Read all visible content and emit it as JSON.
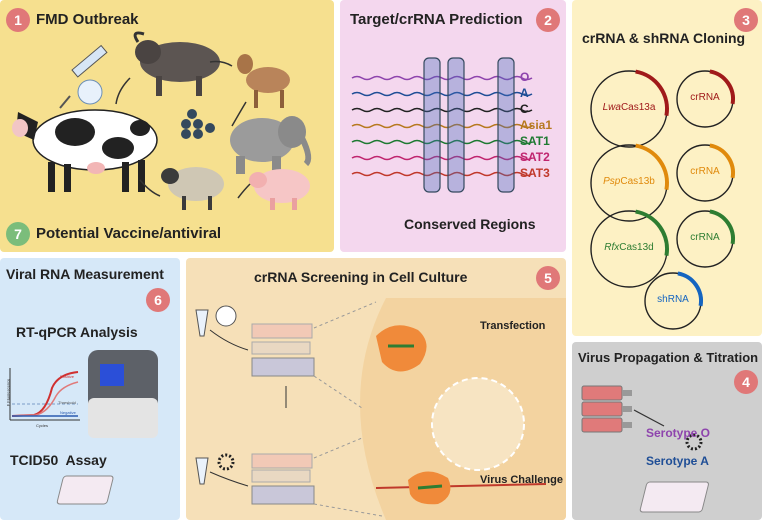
{
  "panels": {
    "p1": {
      "title": "FMD Outbreak",
      "badge": "1"
    },
    "p7": {
      "title": "Potential Vaccine/antiviral",
      "badge": "7"
    },
    "p2": {
      "title": "Target/crRNA Prediction",
      "badge": "2",
      "serotypes": [
        {
          "name": "O",
          "color": "#8e44ad"
        },
        {
          "name": "A",
          "color": "#1f4e96"
        },
        {
          "name": "C",
          "color": "#222222"
        },
        {
          "name": "Asia1",
          "color": "#b7791f"
        },
        {
          "name": "SAT1",
          "color": "#1e7a32"
        },
        {
          "name": "SAT2",
          "color": "#c0256f"
        },
        {
          "name": "SAT3",
          "color": "#c0392b"
        }
      ],
      "footer": "Conserved Regions"
    },
    "p3": {
      "title": "crRNA & shRNA Cloning",
      "badge": "3",
      "plasmids": [
        {
          "prefix": "Lwa",
          "suffix": "Cas13a",
          "color": "#a01a1a"
        },
        {
          "prefix": "",
          "suffix": "crRNA",
          "color": "#a01a1a"
        },
        {
          "prefix": "Psp",
          "suffix": "Cas13b",
          "color": "#e08a0c"
        },
        {
          "prefix": "",
          "suffix": "crRNA",
          "color": "#e08a0c"
        },
        {
          "prefix": "Rfx",
          "suffix": "Cas13d",
          "color": "#2e7d32"
        },
        {
          "prefix": "",
          "suffix": "crRNA",
          "color": "#2e7d32"
        },
        {
          "prefix": "",
          "suffix": "shRNA",
          "color": "#1565c0"
        }
      ]
    },
    "p4": {
      "title": "Virus Propagation & Titration",
      "badge": "4",
      "serotype_o": "Serotype O",
      "serotype_a": "Serotype A",
      "color_o": "#8e44ad",
      "color_a": "#1f4e96"
    },
    "p5": {
      "title": "crRNA Screening in Cell Culture",
      "badge": "5",
      "transfection": "Transfection",
      "challenge": "Virus Challenge"
    },
    "p6": {
      "title": "Viral RNA Measurement",
      "badge": "6",
      "rtqpcr": "RT-qPCR Analysis",
      "tcid": "TCID50  Assay",
      "positive": "Positive",
      "threshold": "Threshold",
      "negative": "Negative",
      "cycles": "Cycles",
      "ylab": "F Fluorescence"
    }
  },
  "colors": {
    "yellow": "#f6e08f",
    "pink": "#f4d7ee",
    "cream": "#fdf1c4",
    "peach": "#f6e0b8",
    "blue": "#d6e8f8",
    "grey": "#cfcfcf",
    "badge": "#e07878"
  }
}
